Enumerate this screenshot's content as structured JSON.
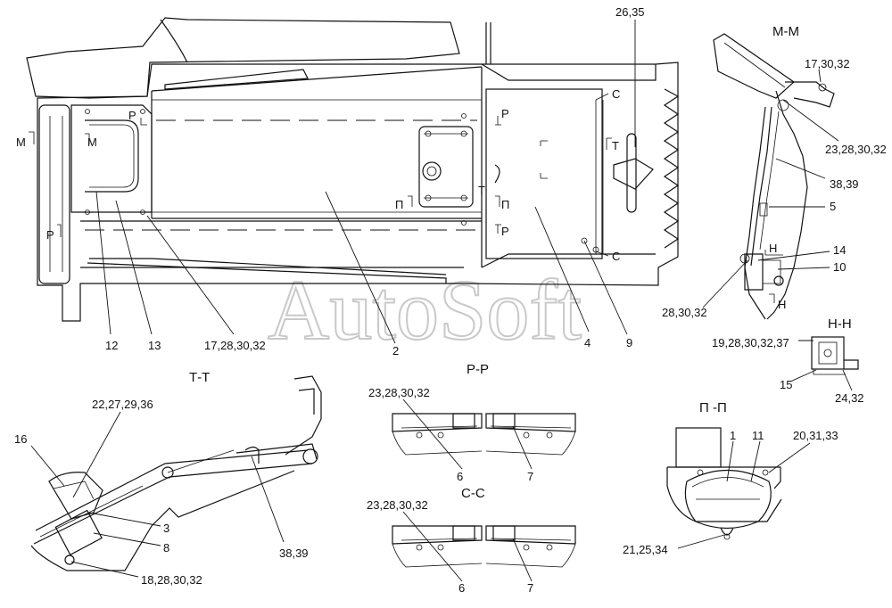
{
  "watermark": "AutoSoft",
  "section_titles": {
    "mm": "М-М",
    "tt": "Т-Т",
    "pp": "Р-Р",
    "cc": "С-С",
    "hh": "Н-Н",
    "pipi": "П -П"
  },
  "cut_marks": {
    "m_left": "М",
    "m_right": "М",
    "p_left": "Р",
    "p_top": "Р",
    "p_door_top": "Р",
    "p_door_bottom": "Р",
    "pi_left": "П",
    "pi_right": "П",
    "t_mid": "Т",
    "t_right": "Т",
    "c_top": "С",
    "c_bottom": "С",
    "h_top": "Н",
    "h_bottom": "Н"
  },
  "callouts": {
    "c2635": "26,35",
    "c173032": "17,30,32",
    "c23283032_mm": "23,28,30,32",
    "c3839_mm": "38,39",
    "c5": "5",
    "c14": "14",
    "c10": "10",
    "c283032": "28,30,32",
    "c12": "12",
    "c13": "13",
    "c17283032": "17,28,30,32",
    "c2": "2",
    "c4": "4",
    "c9": "9",
    "c1928303237": "19,28,30,32,37",
    "c15": "15",
    "c2432": "24,32",
    "c22272936": "22,27,29,36",
    "c16": "16",
    "c3": "3",
    "c8": "8",
    "c18283032": "18,28,30,32",
    "c3839_tt": "38,39",
    "c23283032_pp": "23,28,30,32",
    "c6_pp": "6",
    "c7_pp": "7",
    "c23283032_cc": "23,28,30,32",
    "c6_cc": "6",
    "c7_cc": "7",
    "c1": "1",
    "c11": "11",
    "c203133": "20,31,33",
    "c212534": "21,25,34"
  }
}
